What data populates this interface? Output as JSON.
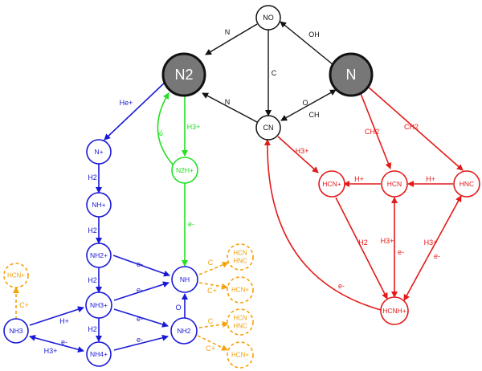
{
  "colors": {
    "black": "#111111",
    "red": "#e41a1a",
    "blue": "#1a1ad6",
    "green": "#22e022",
    "orange": "#f5a10a",
    "gray_fill": "#777777"
  },
  "nodes": {
    "NO": "NO",
    "N2": "N2",
    "N": "N",
    "CN": "CN",
    "Nplus": "N+",
    "NHplus": "NH+",
    "NH2plus": "NH2+",
    "NH3plus": "NH3+",
    "NH4plus": "NH4+",
    "NH3": "NH3",
    "NH": "NH",
    "NH2": "NH2",
    "N2Hplus": "N2H+",
    "HCNplus": "HCN+",
    "HCN": "HCN",
    "HNC": "HNC",
    "HCNHplus": "HCNH+",
    "HCNplus_left": "HCN+",
    "HCN_HNC_a_line1": "HCN",
    "HCN_HNC_a_line2": "HNC",
    "HCNplus_b": "HCN+",
    "HCN_HNC_c_line1": "HCN",
    "HCN_HNC_c_line2": "HNC",
    "HCNplus_d": "HCN+"
  },
  "edge_labels": {
    "NO_N2": "N",
    "N_NO": "OH",
    "NO_CN": "C",
    "CN_N2": "N",
    "CN_N_O": "O",
    "CN_N_CH": "CH",
    "N2_Nplus": "He+",
    "N2_N2Hplus": "H3+",
    "N2Hplus_N2": "e-",
    "N2Hplus_NH": "e-",
    "Nplus_NHplus": "H2",
    "NHplus_NH2plus": "H2",
    "NH2plus_NH3plus": "H2",
    "NH3plus_NH4plus": "H2",
    "NH2plus_NH": "e-",
    "NH3plus_NH": "e-",
    "NH3plus_NH2": "e-",
    "NH4plus_NH2": "e-",
    "NH2_NH": "O",
    "NH3_NH3plus": "H+",
    "NH4plus_NH3_e": "e-",
    "NH4plus_NH3_h": "H3+",
    "NH3_HCNplus": "C+",
    "NH_HCN": "C",
    "NH_HCNplus": "C+",
    "NH2_HCN": "C",
    "NH2_HCNplus": "C+",
    "CN_HCNplus": "H3+",
    "N_HCN": "CH2",
    "N_HNC": "CH2",
    "HCN_HCNplus": "H+",
    "HNC_HCN": "H+",
    "HCNplus_HCNHplus": "H2",
    "HCN_HCNHplus": "H3+",
    "HCNHplus_HCN": "e-",
    "HNC_HCNHplus": "H3+",
    "HCNHplus_HNC": "e-",
    "HCNHplus_CN": "e-"
  }
}
